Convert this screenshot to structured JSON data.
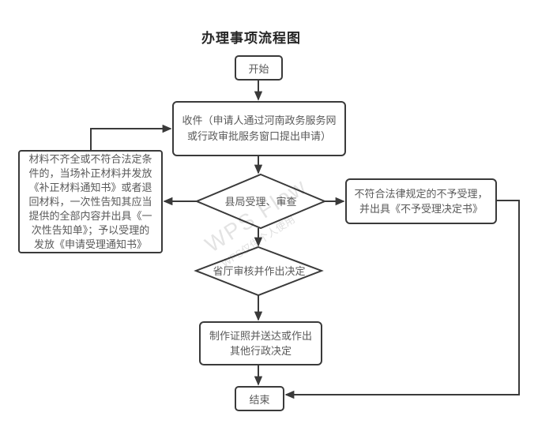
{
  "title": "办理事项流程图",
  "watermark": {
    "line1": "WPS Flow",
    "line2": "WPS仅供个人使用"
  },
  "colors": {
    "line": "#3a3a3a",
    "node_border": "#3a3a3a",
    "node_fill": "#ffffff",
    "node_text": "#595959",
    "title_text": "#262626"
  },
  "nodes": {
    "start": {
      "type": "terminator",
      "label": "开始"
    },
    "receive": {
      "type": "process",
      "label": "收件（申请人通过河南政务服务网或行政审批服务窗口提出申请）"
    },
    "supplement_note": {
      "type": "process",
      "label": "材料不齐全或不符合法定条件的，当场补正材料并发放《补正材料通知书》或者退回材料，一次性告知其应当提供的全部内容并出具《一次性告知单》；予以受理的发放《申请受理通知书》"
    },
    "county_review": {
      "type": "decision",
      "label": "县局受理、审查"
    },
    "reject_note": {
      "type": "process",
      "label": "不符合法律规定的不予受理，并出具《不予受理决定书》"
    },
    "province_decision": {
      "type": "decision",
      "label": "省厅审核并作出决定"
    },
    "issue_decision": {
      "type": "process",
      "label": "制作证照并送达或作出其他行政决定"
    },
    "end": {
      "type": "terminator",
      "label": "结束"
    }
  },
  "edges": [
    {
      "from": "start",
      "to": "receive"
    },
    {
      "from": "receive",
      "to": "county_review"
    },
    {
      "from": "county_review",
      "to": "supplement_note"
    },
    {
      "from": "supplement_note",
      "to": "receive"
    },
    {
      "from": "county_review",
      "to": "reject_note"
    },
    {
      "from": "county_review",
      "to": "province_decision"
    },
    {
      "from": "province_decision",
      "to": "issue_decision"
    },
    {
      "from": "issue_decision",
      "to": "end"
    },
    {
      "from": "reject_note",
      "to": "end"
    }
  ]
}
